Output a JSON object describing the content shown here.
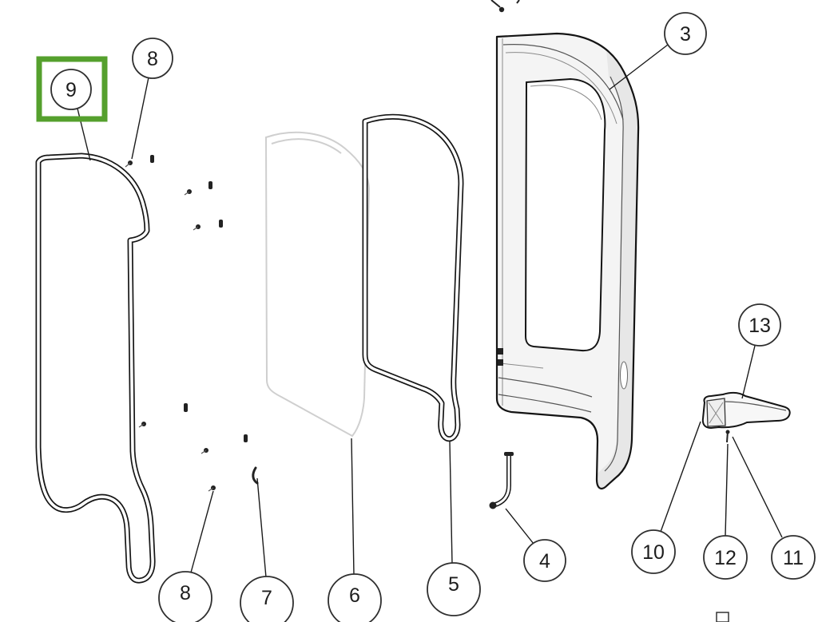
{
  "diagram": {
    "background_color": "#ffffff",
    "line_color": "#1a1a1a",
    "ghost_part_color": "#cfcfcf",
    "highlight": {
      "color": "#55a02d",
      "selected_callout": "9"
    },
    "callouts": {
      "c9": "9",
      "c8_top": "8",
      "c3": "3",
      "c13": "13",
      "c4": "4",
      "c10": "10",
      "c12": "12",
      "c11": "11",
      "c8_bottom": "8",
      "c7": "7",
      "c6": "6",
      "c5": "5"
    }
  }
}
